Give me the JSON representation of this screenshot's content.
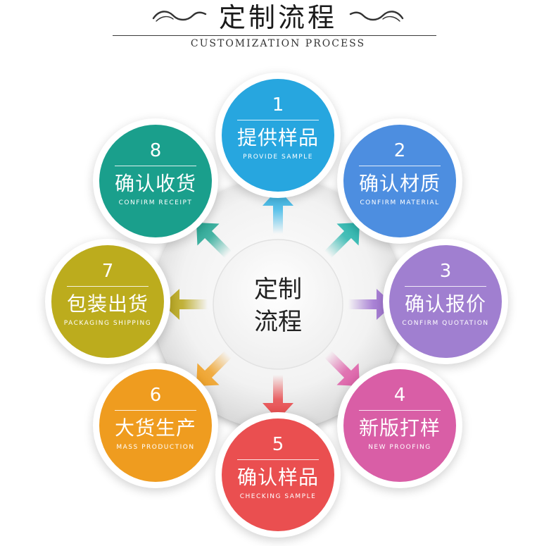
{
  "header": {
    "title": "定制流程",
    "subtitle": "CUSTOMIZATION PROCESS"
  },
  "center": {
    "line1": "定制",
    "line2": "流程"
  },
  "steps": [
    {
      "num": "1",
      "zh": "提供样品",
      "en": "PROVIDE SAMPLE",
      "color": "#27a6df",
      "arrow_color": "#3bb8e8"
    },
    {
      "num": "2",
      "zh": "确认材质",
      "en": "CONFIRM MATERIAL",
      "color": "#4d8ee0",
      "arrow_color": "#28b5ad"
    },
    {
      "num": "3",
      "zh": "确认报价",
      "en": "CONFIRM QUOTATION",
      "color": "#a07fd0",
      "arrow_color": "#9d6fd0"
    },
    {
      "num": "4",
      "zh": "新版打样",
      "en": "NEW PROOFING",
      "color": "#d95ea6",
      "arrow_color": "#de5fa8"
    },
    {
      "num": "5",
      "zh": "确认样品",
      "en": "CHECKING SAMPLE",
      "color": "#ea4f50",
      "arrow_color": "#e8494b"
    },
    {
      "num": "6",
      "zh": "大货生产",
      "en": "MASS PRODUCTION",
      "color": "#ef9c1f",
      "arrow_color": "#f0a125"
    },
    {
      "num": "7",
      "zh": "包装出货",
      "en": "PACKAGING SHIPPING",
      "color": "#bcac1d",
      "arrow_color": "#b8a61a"
    },
    {
      "num": "8",
      "zh": "确认收货",
      "en": "CONFIRM RECEIPT",
      "color": "#1a9f8c",
      "arrow_color": "#27a895"
    }
  ]
}
